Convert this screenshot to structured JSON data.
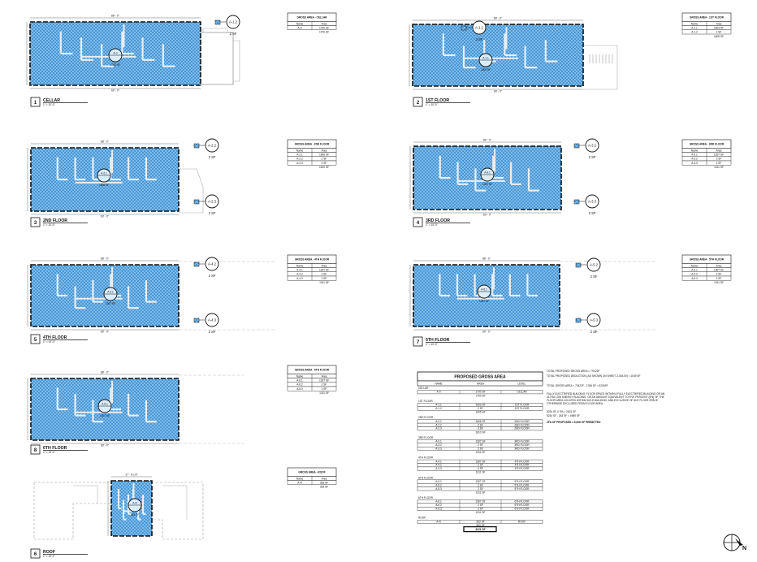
{
  "accent_color": "#5aa9e6",
  "plans": [
    {
      "key": "cellar",
      "num": "1",
      "title": "CELLAR",
      "scale": "1\" = 10'-0\"",
      "tag": "A-0",
      "area": "1700 SF",
      "width_dim": "88' - 0\"",
      "bottom_dim": "60' - 0\"",
      "side_tags": [
        {
          "id": "A-1.2",
          "sf": "2 SF"
        }
      ]
    },
    {
      "key": "f1",
      "num": "2",
      "title": "1ST FLOOR",
      "scale": "1\" = 10'-0\"",
      "tag": "A-1.1",
      "area": "1603 SF",
      "width_dim": "89' - 0\"",
      "bottom_dim": "60' - 0\"",
      "side_tags": [
        {
          "id": "A-1.2",
          "sf": "2 SF"
        }
      ]
    },
    {
      "key": "f2",
      "num": "3",
      "title": "2ND FLOOR",
      "scale": "1\" = 10'-0\"",
      "tag": "A-2.1",
      "area": "1606 SF",
      "width_dim": "88' - 0\"",
      "bottom_dim": "60' - 0\"",
      "side_tags": [
        {
          "id": "A-2.2",
          "sf": "2 SF"
        },
        {
          "id": "A-2.3",
          "sf": "2 SF"
        }
      ]
    },
    {
      "key": "f3",
      "num": "4",
      "title": "3RD FLOOR",
      "scale": "1\" = 10'-0\"",
      "tag": "A-3.1",
      "area": "1307 SF",
      "width_dim": "89' - 0\"",
      "bottom_dim": "60' - 0\"",
      "side_tags": [
        {
          "id": "A-3.2",
          "sf": "2 SF"
        },
        {
          "id": "A-3.3",
          "sf": "2 SF"
        }
      ]
    },
    {
      "key": "f4",
      "num": "5",
      "title": "4TH FLOOR",
      "scale": "1\" = 10'-0\"",
      "tag": "A-4.1",
      "area": "1307 SF",
      "width_dim": "88' - 0\"",
      "bottom_dim": "60' - 0\"",
      "side_tags": [
        {
          "id": "A-4.2",
          "sf": "2 SF"
        },
        {
          "id": "A-4.3",
          "sf": "2 SF"
        }
      ]
    },
    {
      "key": "f5",
      "num": "7",
      "title": "5TH FLOOR",
      "scale": "1\" = 10'-0\"",
      "tag": "A-5.1",
      "area": "1307 SF",
      "width_dim": "88' - 0\"",
      "bottom_dim": "60' - 0\"",
      "side_tags": [
        {
          "id": "A-5.2",
          "sf": "2 SF"
        },
        {
          "id": "A-5.3",
          "sf": "2 SF"
        }
      ]
    },
    {
      "key": "f6",
      "num": "8",
      "title": "6TH FLOOR",
      "scale": "1\" = 10'-0\"",
      "tag": "A-6.1",
      "area": "1307 SF",
      "width_dim": "88' - 0\"",
      "bottom_dim": "60' - 0\"",
      "side_tags": []
    },
    {
      "key": "roof",
      "num": "6",
      "title": "ROOF",
      "scale": "1\" = 10'-0\"",
      "tag": "A-R",
      "area": "363 SF",
      "width_dim": "17' - 8 1/2\"",
      "bottom_dim": "",
      "side_tags": []
    }
  ],
  "area_tables": [
    {
      "title": "GROSS AREA - CELLAR",
      "headers": [
        "Name",
        "Area"
      ],
      "rows": [
        [
          "A-0",
          "1700 SF"
        ]
      ],
      "total": "1700 SF"
    },
    {
      "title": "GROSS AREA - 1ST FLOOR",
      "headers": [
        "Name",
        "Area"
      ],
      "rows": [
        [
          "A-1.1",
          "1603 SF"
        ],
        [
          "A-1.2",
          "2 SF"
        ]
      ],
      "total": "1605 SF"
    },
    {
      "title": "GROSS AREA - 2ND FLOOR",
      "headers": [
        "Name",
        "Area"
      ],
      "rows": [
        [
          "A-2.1",
          "1606 SF"
        ],
        [
          "A-2.2",
          "2 SF"
        ],
        [
          "A-2.3",
          "2 SF"
        ]
      ],
      "total": "1610 SF"
    },
    {
      "title": "GROSS AREA - 3RD FLOOR",
      "headers": [
        "Name",
        "Area"
      ],
      "rows": [
        [
          "A-3.1",
          "1307 SF"
        ],
        [
          "A-3.2",
          "2 SF"
        ],
        [
          "A-3.3",
          "2 SF"
        ]
      ],
      "total": "1311 SF"
    },
    {
      "title": "GROSS AREA - 4TH FLOOR",
      "headers": [
        "Name",
        "Area"
      ],
      "rows": [
        [
          "A-4.1",
          "1307 SF"
        ],
        [
          "A-4.2",
          "2 SF"
        ],
        [
          "A-4.3",
          "2 SF"
        ]
      ],
      "total": "1311 SF"
    },
    {
      "title": "GROSS AREA - 5TH FLOOR",
      "headers": [
        "Name",
        "Area"
      ],
      "rows": [
        [
          "A-5.1",
          "1307 SF"
        ],
        [
          "A-5.2",
          "2 SF"
        ],
        [
          "A-5.3",
          "2 SF"
        ]
      ],
      "total": "1311 SF"
    },
    {
      "title": "GROSS AREA - 6TH FLOOR",
      "headers": [
        "Name",
        "Area"
      ],
      "rows": [
        [
          "A-6.1",
          "1307 SF"
        ],
        [
          "A-6.2",
          "2 SF"
        ],
        [
          "A-6.3",
          "2 SF"
        ]
      ],
      "total": "1311 SF"
    },
    {
      "title": "GROSS AREA - ROOF",
      "headers": [
        "Name",
        "Area"
      ],
      "rows": [
        [
          "A-R",
          "363 SF"
        ]
      ],
      "total": "363 SF"
    }
  ],
  "proposed": {
    "title": "PROPOSED GROSS AREA",
    "headers": [
      "NAME",
      "AREA",
      "LEVEL"
    ],
    "groups": [
      {
        "label": "CELLAR",
        "rows": [
          [
            "A-0",
            "1700 SF",
            "CELLAR"
          ]
        ],
        "total": "1700 SF"
      },
      {
        "label": "1ST FLOOR",
        "rows": [
          [
            "A-1.1",
            "1603 SF",
            "1ST FLOOR"
          ],
          [
            "A-1.2",
            "2 SF",
            "1ST FLOOR"
          ]
        ],
        "total": "1605 SF"
      },
      {
        "label": "2ND FLOOR",
        "rows": [
          [
            "A-2.1",
            "1606 SF",
            "2ND FLOOR"
          ],
          [
            "A-2.2",
            "2 SF",
            "2ND FLOOR"
          ],
          [
            "A-2.3",
            "2 SF",
            "2ND FLOOR"
          ]
        ],
        "total": "1610 SF"
      },
      {
        "label": "3RD FLOOR",
        "rows": [
          [
            "A-3.1",
            "1307 SF",
            "3RD FLOOR"
          ],
          [
            "A-3.2",
            "2 SF",
            "3RD FLOOR"
          ],
          [
            "A-3.3",
            "2 SF",
            "3RD FLOOR"
          ]
        ],
        "total": "1311 SF"
      },
      {
        "label": "4TH FLOOR",
        "rows": [
          [
            "A-4.1",
            "1307 SF",
            "4TH FLOOR"
          ],
          [
            "A-4.2",
            "2 SF",
            "4TH FLOOR"
          ],
          [
            "A-4.3",
            "2 SF",
            "4TH FLOOR"
          ]
        ],
        "total": "1311 SF"
      },
      {
        "label": "5TH FLOOR",
        "rows": [
          [
            "A-5.1",
            "1307 SF",
            "5TH FLOOR"
          ],
          [
            "A-5.2",
            "2 SF",
            "5TH FLOOR"
          ],
          [
            "A-5.3",
            "2 SF",
            "5TH FLOOR"
          ]
        ],
        "total": "1311 SF"
      },
      {
        "label": "6TH FLOOR",
        "rows": [
          [
            "A-6.1",
            "1307 SF",
            "6TH FLOOR"
          ],
          [
            "A-6.2",
            "2 SF",
            "6TH FLOOR"
          ],
          [
            "A-6.3",
            "2 SF",
            "6TH FLOOR"
          ]
        ],
        "total": "1311 SF"
      },
      {
        "label": "ROOF",
        "rows": [
          [
            "A-R",
            "363 SF",
            "ROOF"
          ]
        ],
        "total": "363 SF"
      }
    ],
    "grand_total": "9221 SF"
  },
  "notes": [
    "TOTAL PROPOSED GROSS AREA = 7'0022F",
    "TOTAL PROPOSED DEDUCTION (AS SHOWN ON SHEET Z-004.00) = 1049 SF",
    "TOTAL GROSS AREA = 70422F - 1786 SF = 5234SF",
    "FULLY ELECTRIFIED BUILDING: FLOOR SPACE WITHIN A FULLY ELECTRIFIED BUILDING OR AN",
    "ULTRA LOW ENERGY BUILDING, OR AN AMOUNT EQUIVALENT TO FIVE PERCENT (5%) OF THE",
    "FLOOR AREA LOCATED WITHIN SUCH BUILDING, AND EXCLUSIVE OF ANY FLOOR SPACE",
    "OTHERWISE EXCLUDED FROM FLOOR AREA.",
    "5234 SF X 5% = 2631 SF",
    "5234 SF - 263 SF = 4985 SF",
    "ZFA OF PROPOSED = 5,006 OF PERMITTED"
  ]
}
